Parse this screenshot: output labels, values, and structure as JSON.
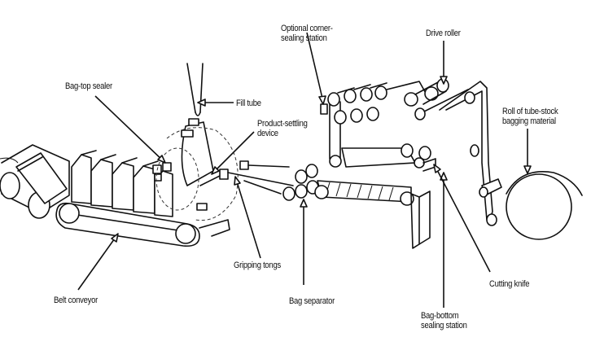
{
  "figure": {
    "title": "Bagging machine diagram",
    "labels": {
      "bag_top_sealer": "Bag-top sealer",
      "fill_tube": "Fill tube",
      "product_settling_device": "Product-settling\ndevice",
      "optional_corner_sealing": "Optional corner-\nsealing station",
      "drive_roller": "Drive roller",
      "roll_of_tube_stock": "Roll of tube-stock\nbagging material",
      "gripping_tongs": "Gripping tongs",
      "belt_conveyor": "Belt conveyor",
      "bag_separator": "Bag separator",
      "bag_bottom_sealing": "Bag-bottom\nsealing station",
      "cutting_knife": "Cutting knife"
    }
  }
}
